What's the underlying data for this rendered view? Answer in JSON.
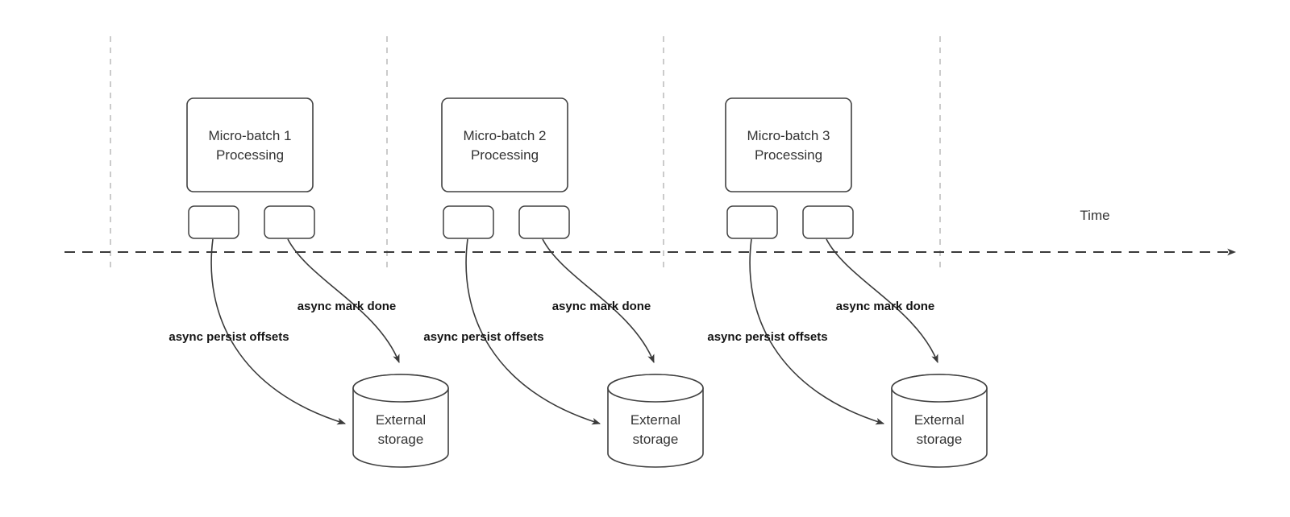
{
  "diagram": {
    "time_label": "Time",
    "colors": {
      "shape_stroke": "#404040",
      "timeline_stroke": "#3a3a3a",
      "guide_stroke": "#b5b5b5",
      "text": "#333333",
      "edge_label_text": "#141414",
      "background": "#ffffff"
    },
    "batches": [
      {
        "title_line1": "Micro-batch 1",
        "title_line2": "Processing",
        "persist_label": "async persist offsets",
        "mark_done_label": "async mark done",
        "storage_line1": "External",
        "storage_line2": "storage"
      },
      {
        "title_line1": "Micro-batch 2",
        "title_line2": "Processing",
        "persist_label": "async persist offsets",
        "mark_done_label": "async mark done",
        "storage_line1": "External",
        "storage_line2": "storage"
      },
      {
        "title_line1": "Micro-batch 3",
        "title_line2": "Processing",
        "persist_label": "async persist offsets",
        "mark_done_label": "async mark done",
        "storage_line1": "External",
        "storage_line2": "storage"
      }
    ]
  }
}
